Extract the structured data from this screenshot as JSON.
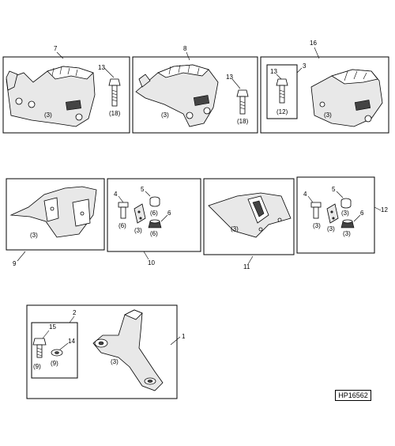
{
  "reference": "HP16562",
  "groups": [
    {
      "callout": "7",
      "qty": "(3)",
      "bolt_callout": "13",
      "bolt_qty": "(18)"
    },
    {
      "callout": "8",
      "qty": "(3)",
      "bolt_callout": "13",
      "bolt_qty": "(18)"
    },
    {
      "callout": "16",
      "sub_callout": "3",
      "qty": "(3)",
      "bolt_callout": "13",
      "bolt_qty": "(12)"
    },
    {
      "callout": "9",
      "qty": "(3)"
    },
    {
      "callout": "10",
      "items": [
        {
          "callout": "4",
          "qty": "(6)"
        },
        {
          "callout": "5",
          "qty": "(6)"
        },
        {
          "callout": "6",
          "qty": "(6)"
        },
        {
          "qty": "(3)"
        }
      ]
    },
    {
      "callout": "11",
      "qty": "(3)"
    },
    {
      "callout": "12",
      "items": [
        {
          "callout": "4",
          "qty": "(3)"
        },
        {
          "callout": "5",
          "qty": "(3)"
        },
        {
          "callout": "6",
          "qty": "(3)"
        },
        {
          "qty": "(3)"
        }
      ]
    },
    {
      "callout": "1",
      "qty": "(3)",
      "sub_callout": "2",
      "items": [
        {
          "callout": "15",
          "qty": "(9)"
        },
        {
          "callout": "14",
          "qty": "(9)"
        }
      ]
    }
  ]
}
